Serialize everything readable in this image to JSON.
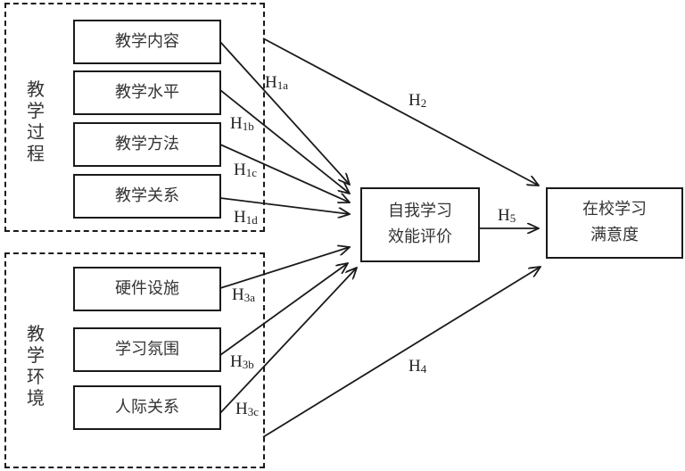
{
  "groups": {
    "teaching_process": {
      "label": "教学过程",
      "items": [
        "教学内容",
        "教学水平",
        "教学方法",
        "教学关系"
      ]
    },
    "teaching_environment": {
      "label": "教学环境",
      "items": [
        "硬件设施",
        "学习氛围",
        "人际关系"
      ]
    }
  },
  "nodes": {
    "mediator": {
      "line1": "自我学习",
      "line2": "效能评价"
    },
    "outcome": {
      "line1": "在校学习",
      "line2": "满意度"
    }
  },
  "hypotheses": {
    "H1a": {
      "base": "H",
      "sub": "1a"
    },
    "H1b": {
      "base": "H",
      "sub": "1b"
    },
    "H1c": {
      "base": "H",
      "sub": "1c"
    },
    "H1d": {
      "base": "H",
      "sub": "1d"
    },
    "H2": {
      "base": "H",
      "sub": "2"
    },
    "H3a": {
      "base": "H",
      "sub": "3a"
    },
    "H3b": {
      "base": "H",
      "sub": "3b"
    },
    "H3c": {
      "base": "H",
      "sub": "3c"
    },
    "H4": {
      "base": "H",
      "sub": "4"
    },
    "H5": {
      "base": "H",
      "sub": "5"
    }
  },
  "paths": [
    {
      "from": "教学内容",
      "to": "自我学习效能评价",
      "hypothesis": "H1a"
    },
    {
      "from": "教学水平",
      "to": "自我学习效能评价",
      "hypothesis": "H1b"
    },
    {
      "from": "教学方法",
      "to": "自我学习效能评价",
      "hypothesis": "H1c"
    },
    {
      "from": "教学关系",
      "to": "自我学习效能评价",
      "hypothesis": "H1d"
    },
    {
      "from": "教学过程",
      "to": "在校学习满意度",
      "hypothesis": "H2"
    },
    {
      "from": "硬件设施",
      "to": "自我学习效能评价",
      "hypothesis": "H3a"
    },
    {
      "from": "学习氛围",
      "to": "自我学习效能评价",
      "hypothesis": "H3b"
    },
    {
      "from": "人际关系",
      "to": "自我学习效能评价",
      "hypothesis": "H3c"
    },
    {
      "from": "教学环境",
      "to": "在校学习满意度",
      "hypothesis": "H4"
    },
    {
      "from": "自我学习效能评价",
      "to": "在校学习满意度",
      "hypothesis": "H5"
    }
  ]
}
